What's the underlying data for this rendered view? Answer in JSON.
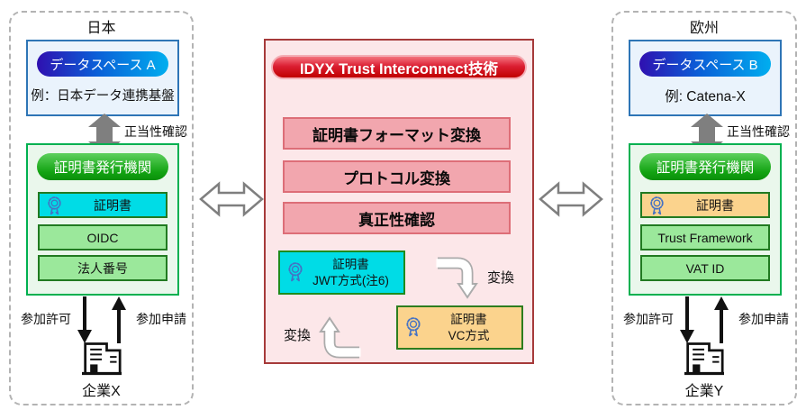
{
  "japan": {
    "title": "日本",
    "dataspace_label": "データスペース A",
    "dataspace_example": "例：日本データ連携基盤",
    "validity_label": "正当性確認",
    "issuer_title": "証明書発行機関",
    "items": [
      "証明書",
      "OIDC",
      "法人番号"
    ],
    "permit_label": "参加許可",
    "apply_label": "参加申請",
    "company_label": "企業X"
  },
  "europe": {
    "title": "欧州",
    "dataspace_label": "データスペース B",
    "dataspace_example": "例: Catena-X",
    "validity_label": "正当性確認",
    "issuer_title": "証明書発行機関",
    "items": [
      "証明書",
      "Trust Framework",
      "VAT ID"
    ],
    "permit_label": "参加許可",
    "apply_label": "参加申請",
    "company_label": "企業Y"
  },
  "center": {
    "title": "IDYX Trust Interconnect技術",
    "functions": [
      "証明書フォーマット変換",
      "プロトコル変換",
      "真正性確認"
    ],
    "jwt_line1": "証明書",
    "jwt_line2": "JWT方式(注6)",
    "vc_line1": "証明書",
    "vc_line2": "VC方式",
    "convert_right": "変換",
    "convert_left": "変換"
  },
  "colors": {
    "accent_blue": "#2E75B6",
    "accent_green": "#00B050",
    "accent_red": "#C00000",
    "cyan_fill": "#00DCE6",
    "green_fill": "#9BE89B",
    "orange_fill": "#FBD38D",
    "panel_pink": "#FCE7E9",
    "gray_arrow": "#7F7F7F",
    "ribbon_icon": "#4472C4"
  }
}
